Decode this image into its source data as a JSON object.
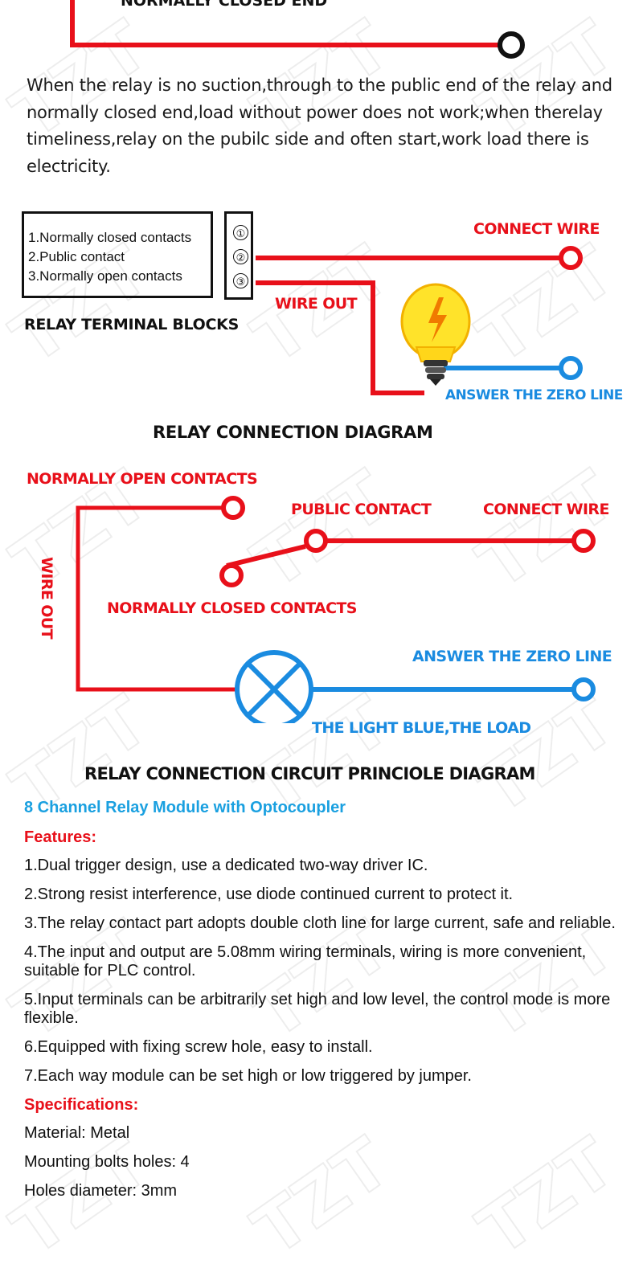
{
  "watermark": "TZT",
  "colors": {
    "red": "#e8101a",
    "blue": "#1a8be0",
    "text": "#1a1a1a",
    "title_blue": "#1aa0e0"
  },
  "top_section": {
    "cut_title": "NORMALLY CLOSED END"
  },
  "intro_text": "When the relay is no suction,through to the public end of the relay and normally closed end,load without power does not work;when therelay timeliness,relay on the pubilc side and often start,work load there is electricity.",
  "diagram1": {
    "terminal_items": [
      "1.Normally closed contacts",
      "2.Public contact",
      "3.Normally open contacts"
    ],
    "terminal_numbers": [
      "①",
      "②",
      "③"
    ],
    "block_caption": "RELAY TERMINAL BLOCKS",
    "connect_wire": "CONNECT WIRE",
    "wire_out": "WIRE OUT",
    "zero_line": "ANSWER THE ZERO LINE",
    "title": "RELAY CONNECTION DIAGRAM"
  },
  "diagram2": {
    "normally_open": "NORMALLY OPEN CONTACTS",
    "public_contact": "PUBLIC CONTACT",
    "connect_wire": "CONNECT WIRE",
    "normally_closed": "NORMALLY CLOSED CONTACTS",
    "wire_out": "WIRE OUT",
    "zero_line": "ANSWER THE ZERO LINE",
    "load": "THE LIGHT BLUE,THE LOAD",
    "title": "RELAY CONNECTION CIRCUIT PRINCIOLE DIAGRAM"
  },
  "product": {
    "title": "8 Channel Relay Module with Optocoupler",
    "features_heading": "Features:",
    "features": [
      "1.Dual trigger design, use a dedicated two-way driver IC.",
      "2.Strong resist interference, use diode continued current to protect it.",
      "3.The relay contact part adopts double cloth line for large current, safe and reliable.",
      "4.The input and output are 5.08mm wiring terminals, wiring is more convenient, suitable for PLC control.",
      "5.Input terminals can be arbitrarily set high and low level, the control mode is more flexible.",
      "6.Equipped with fixing screw hole, easy to install.",
      "7.Each way module can be set high or low triggered by jumper."
    ],
    "specs_heading": "Specifications:",
    "specs": [
      "Material: Metal",
      "Mounting bolts holes: 4",
      "Holes diameter: 3mm"
    ]
  }
}
